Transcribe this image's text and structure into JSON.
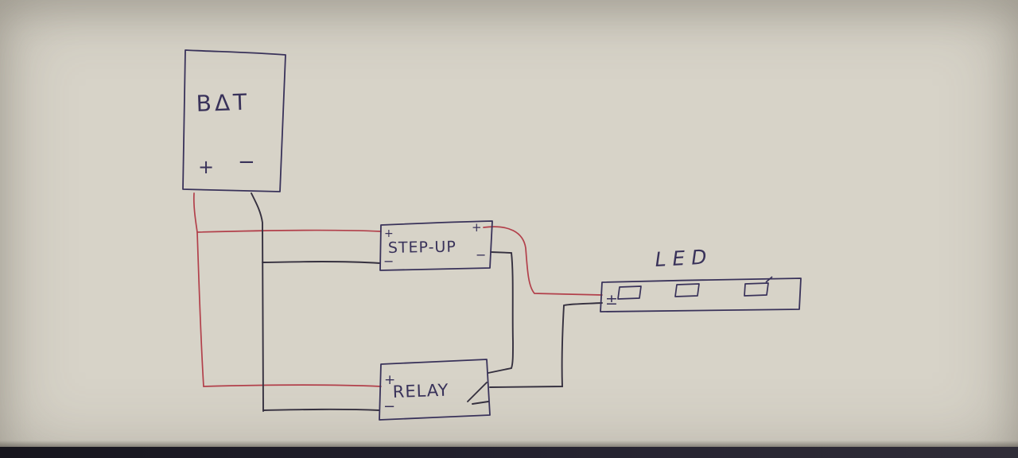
{
  "diagram": {
    "colors": {
      "paper": "#d7d3c8",
      "ink": "#39325a",
      "positive_wire": "#b2404b",
      "negative_wire": "#35303f"
    },
    "battery": {
      "label": "BΔT",
      "plus": "+",
      "minus": "−"
    },
    "stepup": {
      "label": "STEP-UP",
      "plus_in": "+",
      "minus_in": "−",
      "plus_out": "+",
      "minus_out": "−"
    },
    "relay": {
      "label": "RELAY",
      "plus": "+",
      "minus": "−"
    },
    "led": {
      "label": "LED",
      "polarity": "±"
    }
  }
}
